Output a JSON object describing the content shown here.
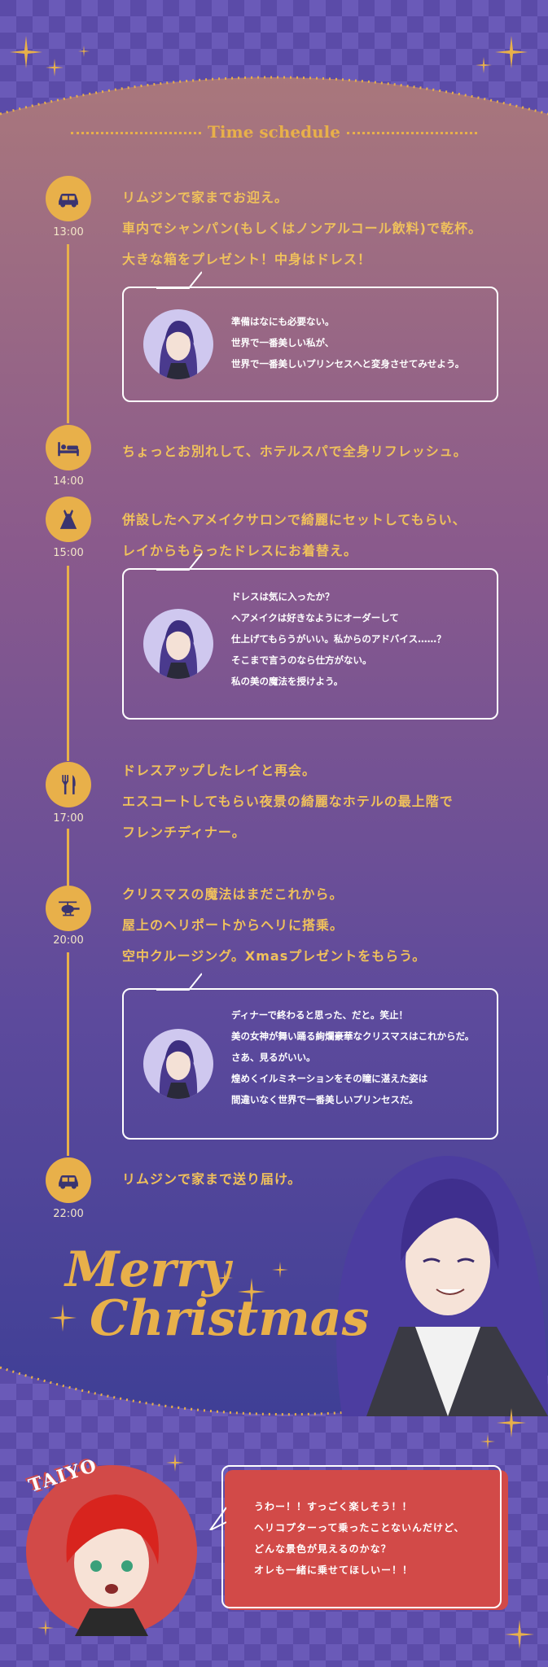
{
  "header": {
    "title": "Time schedule"
  },
  "schedule": [
    {
      "time": "13:00",
      "icon": "car-icon",
      "lines": [
        "リムジンで家までお迎え。",
        "車内でシャンパン(もしくはノンアルコール飲料)で乾杯。",
        "大きな箱をプレゼント！中身はドレス！"
      ]
    },
    {
      "time": "14:00",
      "icon": "bed-icon",
      "lines": [
        "ちょっとお別れして、ホテルスパで全身リフレッシュ。"
      ]
    },
    {
      "time": "15:00",
      "icon": "dress-icon",
      "lines": [
        "併設したヘアメイクサロンで綺麗にセットしてもらい、",
        "レイからもらったドレスにお着替え。"
      ]
    },
    {
      "time": "17:00",
      "icon": "fork-knife-icon",
      "lines": [
        "ドレスアップしたレイと再会。",
        "エスコートしてもらい夜景の綺麗なホテルの最上階で",
        "フレンチディナー。"
      ]
    },
    {
      "time": "20:00",
      "icon": "helicopter-icon",
      "lines": [
        "クリスマスの魔法はまだこれから。",
        "屋上のヘリポートからヘリに搭乗。",
        "空中クルージング。Xmasプレゼントをもらう。"
      ]
    },
    {
      "time": "22:00",
      "icon": "car-icon",
      "lines": [
        "リムジンで家まで送り届け。"
      ]
    }
  ],
  "bubbles": [
    {
      "lines": [
        "準備はなにも必要ない。",
        "世界で一番美しい私が、",
        "世界で一番美しいプリンセスへと変身させてみせよう。"
      ]
    },
    {
      "lines": [
        "ドレスは気に入ったか？",
        "ヘアメイクは好きなようにオーダーして",
        "仕上げてもらうがいい。私からのアドバイス……？",
        "そこまで言うのなら仕方がない。",
        "私の美の魔法を授けよう。"
      ]
    },
    {
      "lines": [
        "ディナーで終わると思った、だと。笑止！",
        "美の女神が舞い踊る絢爛豪華なクリスマスはこれからだ。",
        "さあ、見るがいい。",
        "煌めくイルミネーションをその瞳に湛えた姿は",
        "間違いなく世界で一番美しいプリンセスだ。"
      ]
    }
  ],
  "greeting": {
    "line1": "Merry",
    "line2": "Christmas"
  },
  "taiyo": {
    "name": "TAIYO",
    "lines": [
      "うわー！！すっごく楽しそう！！",
      "ヘリコプターって乗ったことないんだけど、",
      "どんな景色が見えるのかな？",
      "オレも一緒に乗せてほしいー！！"
    ]
  },
  "colors": {
    "gold": "#e8b04a",
    "red": "#d24a48",
    "purple": "#5b4ba8"
  }
}
